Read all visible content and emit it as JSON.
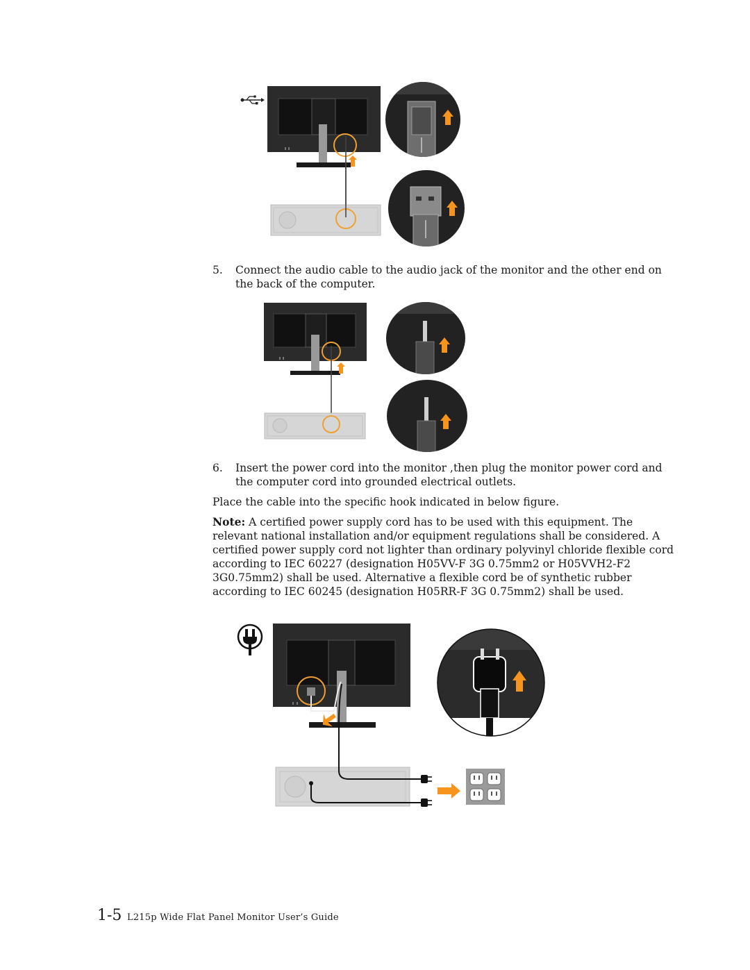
{
  "steps": [
    {
      "number": "5.",
      "text": "Connect the audio cable to the audio jack of the monitor and the other end on the back of the computer."
    },
    {
      "number": "6.",
      "text": "Insert the power cord into the monitor ,then plug the monitor power cord and the computer cord into grounded electrical outlets."
    }
  ],
  "cable_hook_text": "Place the cable into the specific hook indicated in below figure.",
  "note": {
    "label": "Note:",
    "text": " A certified power supply cord has to be used with this equipment. The relevant national installation and/or equipment regulations shall be considered. A certified power supply cord not lighter than ordinary polyvinyl chloride flexible cord according to IEC 60227 (designation H05VV-F 3G 0.75mm2 or H05VVH2-F2 3G0.75mm2) shall be used. Alternative a flexible cord be of synthetic rubber according to IEC 60245 (designation H05RR-F 3G 0.75mm2) shall be used."
  },
  "footer": {
    "page_number": "1-5",
    "title": "L215p   Wide Flat Panel Monitor User’s Guide"
  },
  "colors": {
    "monitor": "#2b2b2b",
    "arrow": "#f7941d",
    "highlight_ring": "#f0a030",
    "computer_case": "#d6d6d6"
  },
  "icons": [
    "usb-icon",
    "power-plug-icon",
    "up-arrow-icon",
    "right-arrow-icon",
    "wall-outlet-icon"
  ]
}
